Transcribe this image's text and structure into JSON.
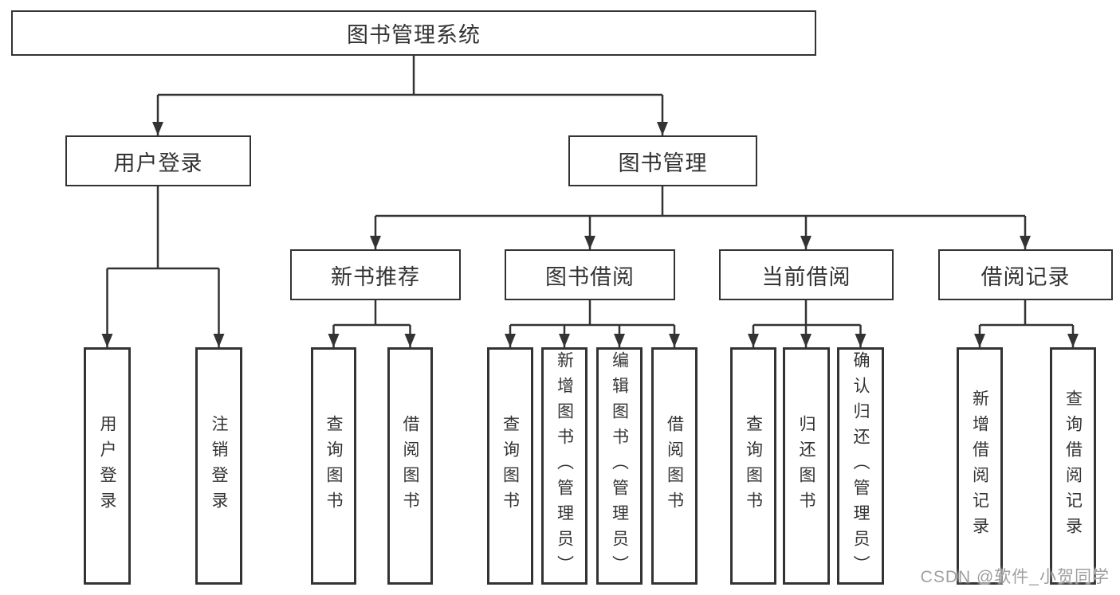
{
  "diagram": {
    "root": "图书管理系统",
    "user_login": {
      "label": "用户登录",
      "children": [
        "用户登录",
        "注销登录"
      ]
    },
    "book_management": {
      "label": "图书管理",
      "sections": [
        {
          "label": "新书推荐",
          "children": [
            "查询图书",
            "借阅图书"
          ]
        },
        {
          "label": "图书借阅",
          "children": [
            "查询图书",
            "新增图书（管理员）",
            "编辑图书（管理员）",
            "借阅图书"
          ]
        },
        {
          "label": "当前借阅",
          "children": [
            "查询图书",
            "归还图书",
            "确认归还（管理员）"
          ]
        },
        {
          "label": "借阅记录",
          "children": [
            "新增借阅记录",
            "查询借阅记录"
          ]
        }
      ]
    }
  },
  "watermark": "CSDN @软件_小贺同学",
  "colors": {
    "line": "#333333",
    "text": "#333333",
    "box_fill": "#ffffff",
    "watermark": "#a0a0a0",
    "background": "#ffffff"
  }
}
